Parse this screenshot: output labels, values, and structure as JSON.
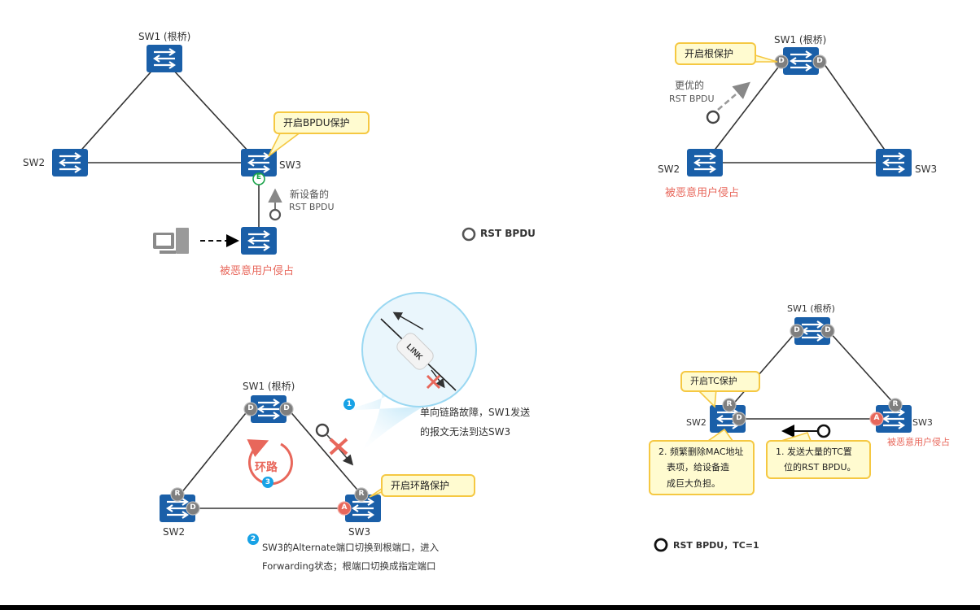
{
  "colors": {
    "switch": "#1a5fa8",
    "link": "#333333",
    "port_gray": "#7f7f7f",
    "port_alt": "#e8675b",
    "port_edge": "#1aa34a",
    "callout_bg": "#fffbd0",
    "callout_border": "#f5c842",
    "attacker_text": "#e8675b",
    "step_badge": "#17a2e6",
    "bottom_bar": "#000000"
  },
  "panel_bpdu": {
    "sw1": "SW1 (根桥)",
    "sw2": "SW2",
    "sw3": "SW3",
    "callout": "开启BPDU保护",
    "edge_port": "E",
    "bpdu_note_line1": "新设备的",
    "bpdu_note_line2": "RST BPDU",
    "attacker": "被恶意用户侵占",
    "legend": "RST BPDU"
  },
  "panel_root": {
    "sw1": "SW1 (根桥)",
    "sw2": "SW2",
    "sw3": "SW3",
    "callout": "开启根保护",
    "port_left": "D",
    "port_right": "D",
    "bpdu_note_line1": "更优的",
    "bpdu_note_line2": "RST BPDU",
    "attacker": "被恶意用户侵占"
  },
  "panel_loop": {
    "sw1": "SW1 (根桥)",
    "sw2": "SW2",
    "sw3": "SW3",
    "sw1_port_left": "D",
    "sw1_port_right": "D",
    "sw2_port_top": "R",
    "sw2_port_right": "D",
    "sw3_port_top": "R",
    "sw3_port_left": "A",
    "callout": "开启环路保护",
    "loop_label": "环路",
    "link_label": "LINK",
    "step1": "1",
    "step2": "2",
    "step3": "3",
    "step1_line1": "单向链路故障，SW1发送",
    "step1_line2": "的报文无法到达SW3",
    "step2_line1": "SW3的Alternate端口切换到根端口，进入",
    "step2_line2": "Forwarding状态；根端口切换成指定端口"
  },
  "panel_tc": {
    "sw1": "SW1 (根桥)",
    "sw2": "SW2",
    "sw3": "SW3",
    "sw1_port_left": "D",
    "sw1_port_right": "D",
    "sw2_port_top": "R",
    "sw2_port_right": "D",
    "sw3_port_top": "R",
    "sw3_port_left": "A",
    "callout": "开启TC保护",
    "note2_line1": "2. 频繁删除MAC地址",
    "note2_line2": "表项，给设备造",
    "note2_line3": "成巨大负担。",
    "note1_line1": "1. 发送大量的TC置",
    "note1_line2": "位的RST BPDU。",
    "attacker": "被恶意用户侵占",
    "legend": "RST BPDU，TC=1"
  }
}
